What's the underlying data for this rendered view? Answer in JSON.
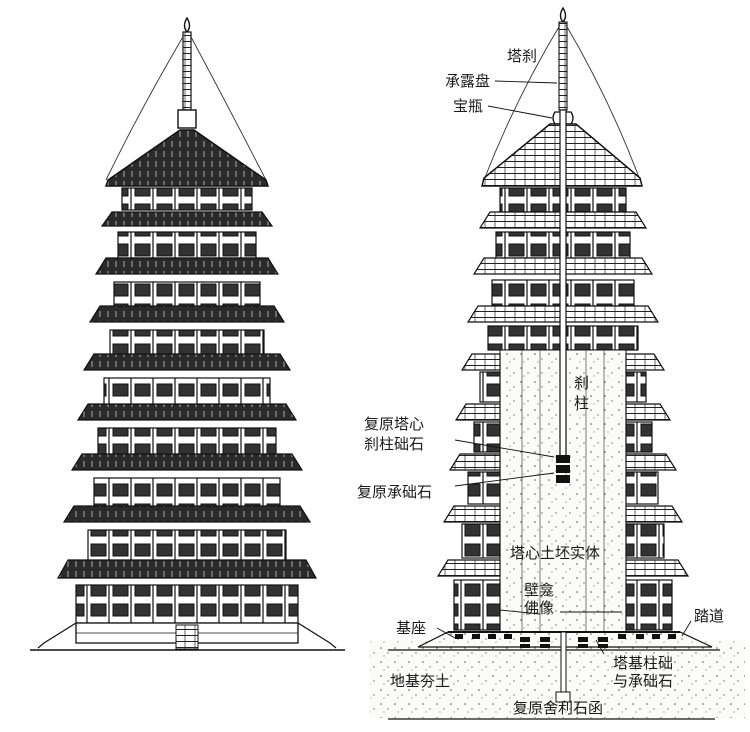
{
  "figure": {
    "left_panel": {
      "name": "pagoda-elevation",
      "description": "Exterior elevation of multi-storey wooden pagoda"
    },
    "right_panel": {
      "name": "pagoda-section",
      "description": "Cross-section showing rammed-earth core and central mast"
    }
  },
  "labels": {
    "spire": "塔刹",
    "dew_plate": "承露盘",
    "treasure_vase": "宝瓶",
    "mast_column": "刹柱",
    "mast_column_line1": "刹",
    "mast_column_line2": "柱",
    "restored_core_base_line1": "复原塔心",
    "restored_core_base_line2": "刹柱础石",
    "restored_support_stone": "复原承础石",
    "earth_core": "塔心土坯实体",
    "niche_buddha_line1": "壁龛",
    "niche_buddha_line2": "佛像",
    "plinth": "基座",
    "ramp": "踏道",
    "foundation_soil": "地基夯土",
    "column_base_line1": "塔基柱础",
    "column_base_line2": "与承础石",
    "relic_casket": "复原舍利石函"
  },
  "colors": {
    "ink": "#1a1a1a",
    "paper": "#ffffff",
    "earth_fill": "#f4f4f0",
    "dark_roof": "#2a2a2a"
  }
}
